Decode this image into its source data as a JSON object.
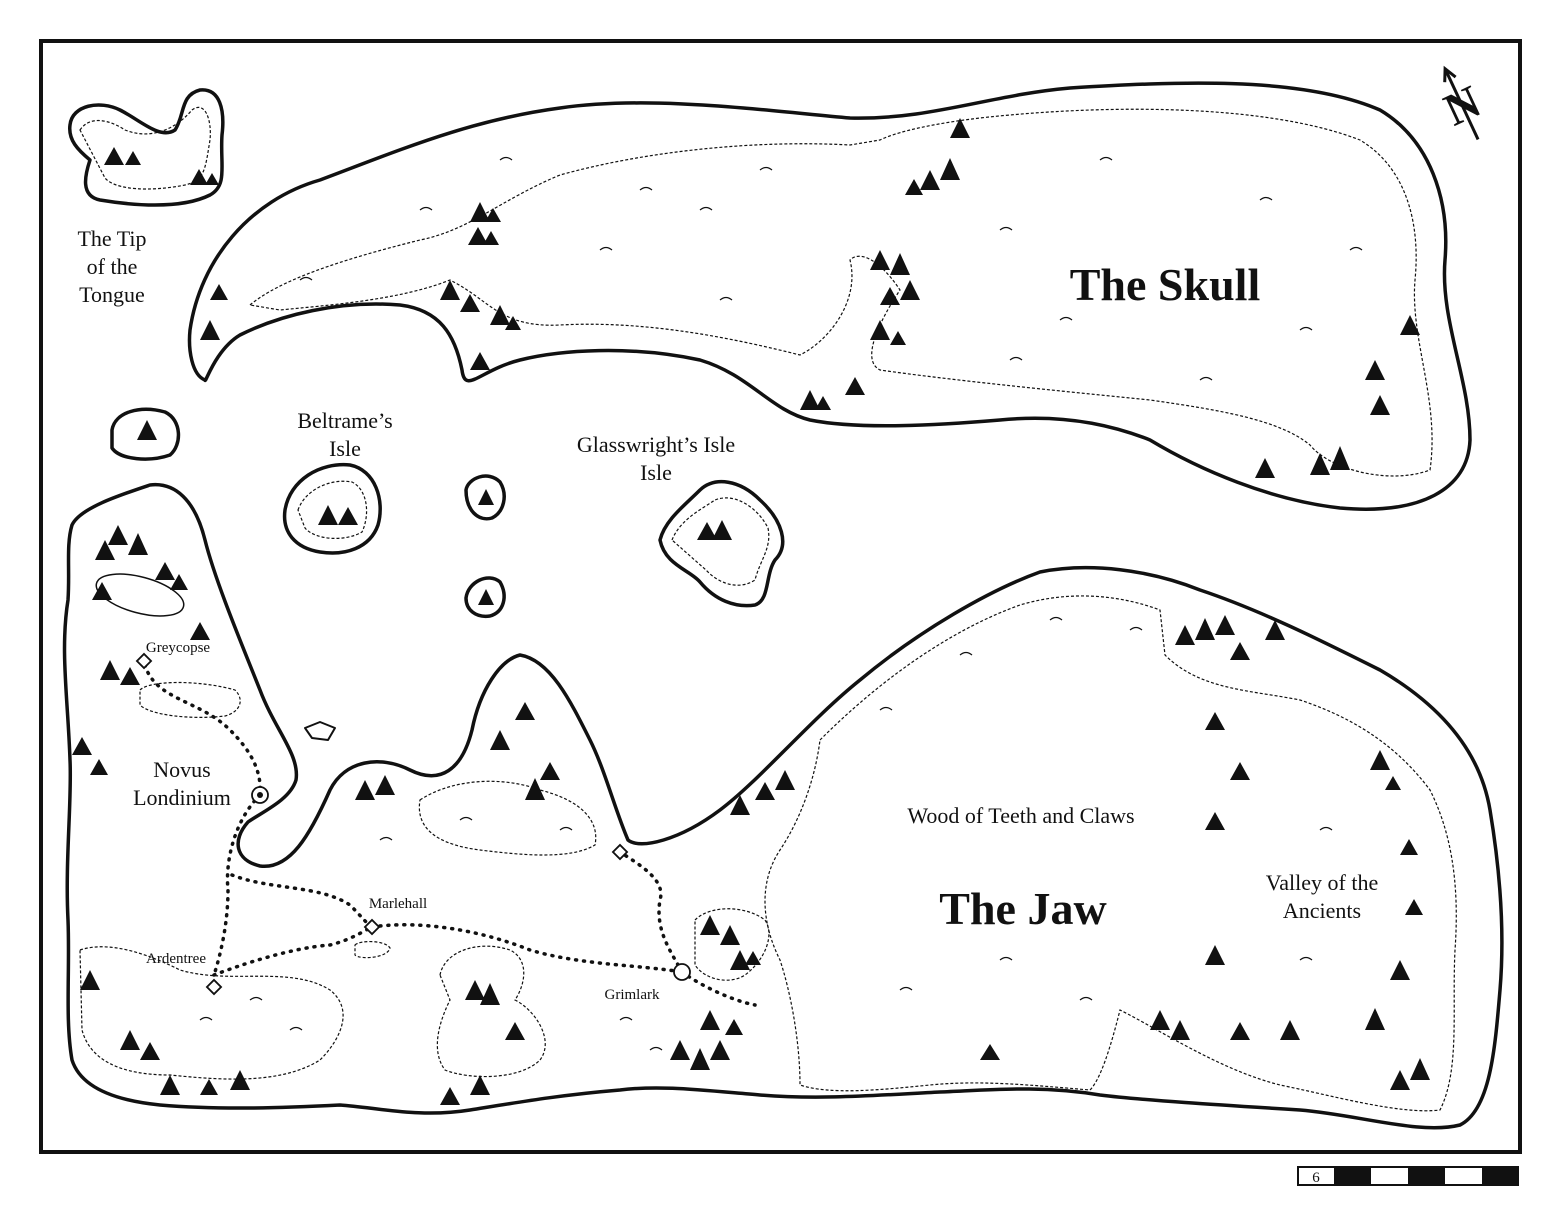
{
  "regions": {
    "skull": "The Skull",
    "jaw": "The Jaw",
    "tongue_1": "The Tip",
    "tongue_2": "of the",
    "tongue_3": "Tongue",
    "beltrame_1": "Beltrame’s",
    "beltrame_2": "Isle",
    "glass_1": "Glasswright’s Isle",
    "glass_2": "Isle",
    "wood": "Wood of Teeth and Claws",
    "valley_1": "Valley of the",
    "valley_2": "Ancients"
  },
  "settlements": {
    "capital_1": "Novus",
    "capital_2": "Londinium",
    "greycopse": "Greycopse",
    "marlehall": "Marlehall",
    "ardentree": "Ardentree",
    "grimlark": "Grimlark"
  },
  "compass": {
    "letter": "N"
  },
  "scale": {
    "label": "6"
  },
  "icons": [
    "mountain-icon",
    "grass-tuft-icon",
    "town-diamond-icon",
    "capital-icon",
    "compass-icon"
  ]
}
